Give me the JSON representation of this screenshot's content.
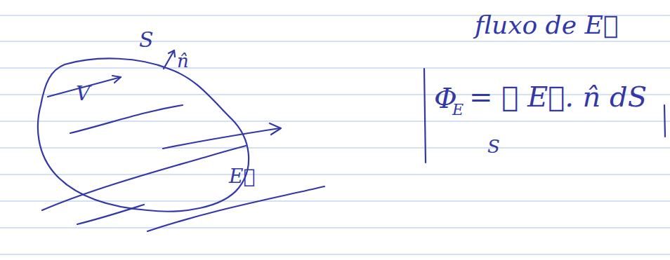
{
  "diagram": {
    "nodes": [
      {
        "text": [
          "V"
        ]
      }
    ],
    "labels": [
      "S",
      "n̂",
      "E⃗",
      "fluxo de E⃗",
      "Φ",
      "E",
      "= ∮ E⃗. n̂ dS",
      "S"
    ]
  }
}
